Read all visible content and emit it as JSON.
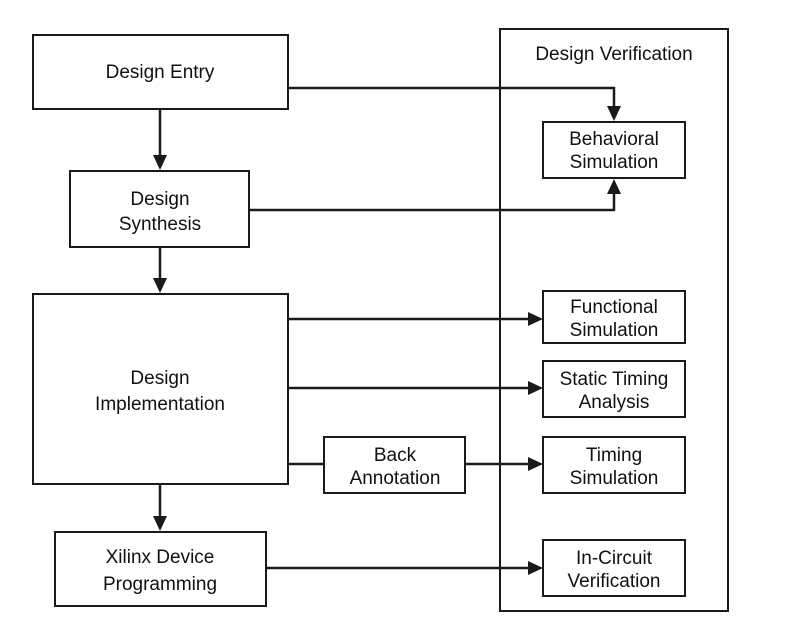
{
  "diagram": {
    "panel_title": "Design Verification",
    "boxes": {
      "design_entry": [
        "Design Entry"
      ],
      "design_synthesis": [
        "Design",
        "Synthesis"
      ],
      "design_implementation": [
        "Design",
        "Implementation"
      ],
      "back_annotation": [
        "Back",
        "Annotation"
      ],
      "xilinx_device_programming": [
        "Xilinx Device",
        "Programming"
      ],
      "behavioral_simulation": [
        "Behavioral",
        "Simulation"
      ],
      "functional_simulation": [
        "Functional",
        "Simulation"
      ],
      "static_timing_analysis": [
        "Static Timing",
        "Analysis"
      ],
      "timing_simulation": [
        "Timing",
        "Simulation"
      ],
      "in_circuit_verification": [
        "In-Circuit",
        "Verification"
      ]
    }
  },
  "colors": {
    "line": "#1a1a1a",
    "background": "#ffffff",
    "text": "#111111"
  }
}
